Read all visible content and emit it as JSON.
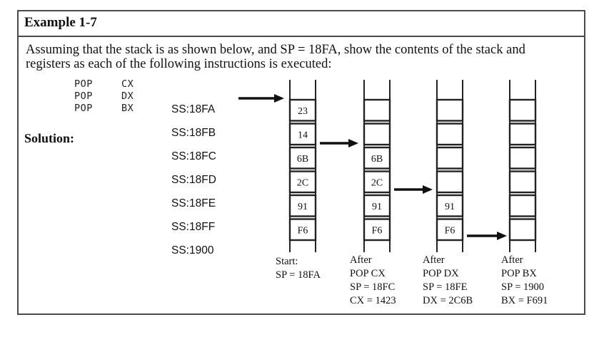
{
  "example": {
    "title": "Example 1-7",
    "description_line1": "Assuming that the stack is as shown below, and SP = 18FA, show the contents of the stack and",
    "description_line2": "registers as each of the following instructions is executed:",
    "instructions": [
      {
        "op": "POP",
        "reg": "CX"
      },
      {
        "op": "POP",
        "reg": "DX"
      },
      {
        "op": "POP",
        "reg": "BX"
      }
    ],
    "solution_label": "Solution:",
    "addresses": [
      "SS:18FA",
      "SS:18FB",
      "SS:18FC",
      "SS:18FD",
      "SS:18FE",
      "SS:18FF",
      "SS:1900"
    ],
    "stacks": [
      {
        "cells": [
          "23",
          "14",
          "6B",
          "2C",
          "91",
          "F6"
        ],
        "caption": [
          "Start:",
          "SP = 18FA"
        ]
      },
      {
        "cells": [
          "",
          "",
          "6B",
          "2C",
          "91",
          "F6"
        ],
        "caption": [
          "After",
          "POP CX",
          "SP = 18FC",
          "CX = 1423"
        ]
      },
      {
        "cells": [
          "",
          "",
          "",
          "",
          "91",
          "F6"
        ],
        "caption": [
          "After",
          "POP DX",
          "SP = 18FE",
          "DX = 2C6B"
        ]
      },
      {
        "cells": [
          "",
          "",
          "",
          "",
          "",
          ""
        ],
        "caption": [
          "After",
          "POP BX",
          "SP = 1900",
          "BX = F691"
        ]
      }
    ]
  }
}
